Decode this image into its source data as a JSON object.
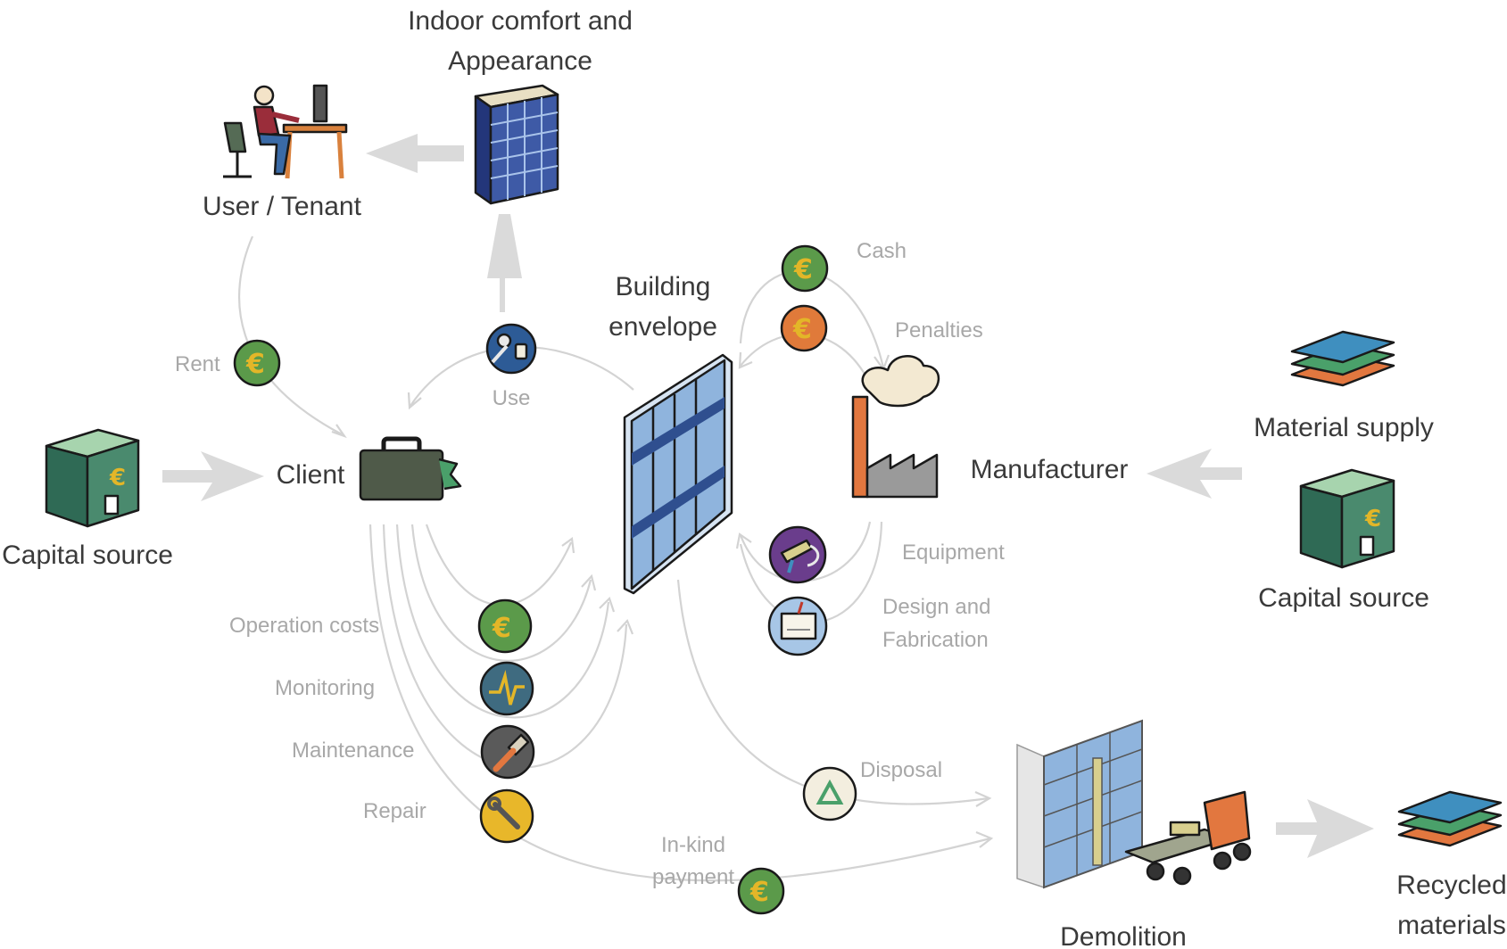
{
  "nodes": {
    "indoor_comfort": {
      "line1": "Indoor comfort and",
      "line2": "Appearance"
    },
    "user_tenant": "User / Tenant",
    "client": "Client",
    "capital_source_left": "Capital source",
    "building_envelope": {
      "line1": "Building",
      "line2": "envelope"
    },
    "manufacturer": "Manufacturer",
    "material_supply": "Material supply",
    "capital_source_right": "Capital source",
    "demolition": "Demolition",
    "recycled_materials": {
      "line1": "Recycled",
      "line2": "materials"
    }
  },
  "flows": {
    "rent": "Rent",
    "use": "Use",
    "cash": "Cash",
    "penalties": "Penalties",
    "equipment": "Equipment",
    "design_fabrication": {
      "line1": "Design and",
      "line2": "Fabrication"
    },
    "operation_costs": "Operation costs",
    "monitoring": "Monitoring",
    "maintenance": "Maintenance",
    "repair": "Repair",
    "disposal": "Disposal",
    "in_kind_payment": {
      "line1": "In-kind",
      "line2": "payment"
    }
  },
  "symbols": {
    "currency": "€"
  },
  "colors": {
    "coin_green": "#5b9a4a",
    "coin_orange": "#e07a3a",
    "coin_gold_symbol": "#e3b628",
    "use_badge": "#2d5b96",
    "equipment_badge": "#6a3d8c",
    "design_badge": "#a7c6e6",
    "monitoring_badge": "#3f6b80",
    "maintenance_badge": "#5a5a5a",
    "repair_badge": "#e8b72a",
    "disposal_badge": "#f3eedf",
    "flow_line": "#d3d3d3",
    "label_main": "#3a3a3a",
    "label_flow": "#a8a8a8",
    "glass_blue": "#8fb4dd",
    "envelope_band": "#2f4f8f",
    "cube_green": "#4a8a6e",
    "layer_blue": "#3f8fbf",
    "layer_green": "#4aa06a",
    "layer_orange": "#e2773f"
  }
}
